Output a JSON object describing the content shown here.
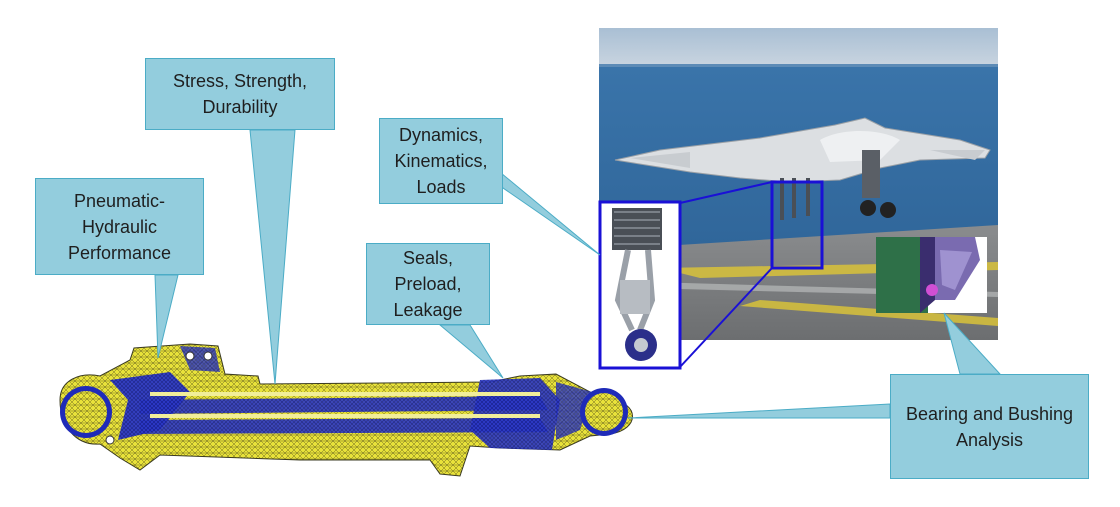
{
  "callouts": {
    "stress": {
      "lines": [
        "Stress, Strength,",
        "Durability"
      ]
    },
    "dynamics": {
      "lines": [
        "Dynamics,",
        "Kinematics,",
        "Loads"
      ]
    },
    "pneumatic": {
      "lines": [
        "Pneumatic-",
        "Hydraulic",
        "Performance"
      ]
    },
    "seals": {
      "lines": [
        "Seals,",
        "Preload,",
        "Leakage"
      ]
    },
    "bearing": {
      "lines": [
        "Bearing and Bushing",
        "Analysis"
      ]
    }
  },
  "colors": {
    "callout_fill": "#93cddd",
    "callout_border": "#4bacc6",
    "mesh_yellow": "#e8e23a",
    "mesh_blue": "#1f2bb8",
    "highlight_box": "#1a10d6",
    "sea": "#2f6a9e",
    "deck": "#7b7d7f"
  },
  "icons": {
    "drone": "aircraft-photo",
    "gear_zoom": "landing-gear-render",
    "bearing_zoom": "bearing-detail-render",
    "mesh": "fea-mesh-actuator"
  }
}
